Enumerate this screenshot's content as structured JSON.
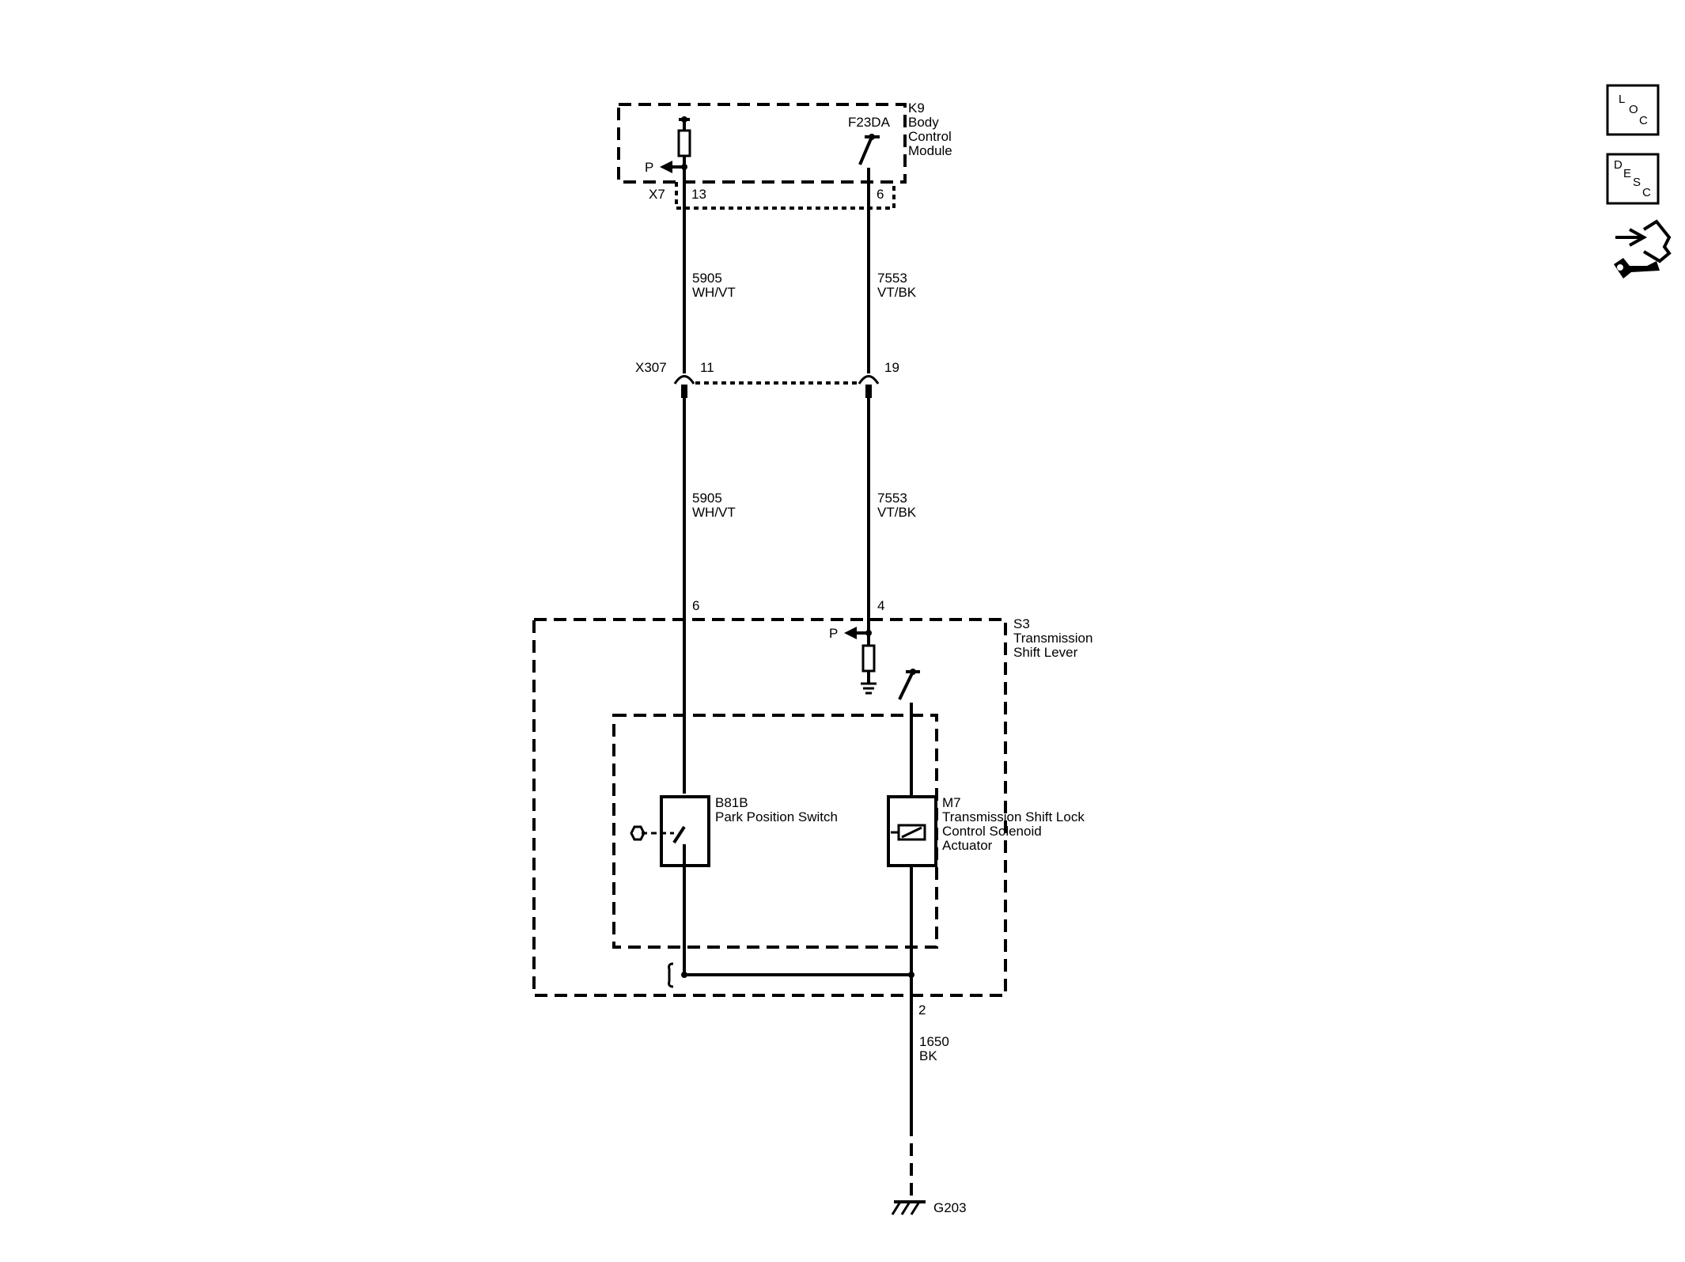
{
  "k9": {
    "ref": "K9",
    "line1": "Body",
    "line2": "Control",
    "line3": "Module",
    "fuse": "F23DA",
    "p_label": "P",
    "connector": "X7",
    "pin_a": "13",
    "pin_b": "6"
  },
  "wires": {
    "upper_left": {
      "circuit": "5905",
      "color": "WH/VT"
    },
    "upper_right": {
      "circuit": "7553",
      "color": "VT/BK"
    },
    "lower_left": {
      "circuit": "5905",
      "color": "WH/VT"
    },
    "lower_right": {
      "circuit": "7553",
      "color": "VT/BK"
    },
    "ground": {
      "circuit": "1650",
      "color": "BK"
    }
  },
  "x307": {
    "ref": "X307",
    "pin_a": "11",
    "pin_b": "19"
  },
  "s3": {
    "ref": "S3",
    "line1": "Transmission",
    "line2": "Shift Lever",
    "pin_a": "6",
    "pin_b": "4",
    "p_label": "P",
    "pin_ground": "2"
  },
  "b81b": {
    "ref": "B81B",
    "name": "Park Position Switch"
  },
  "m7": {
    "ref": "M7",
    "line1": "Transmission Shift Lock",
    "line2": "Control Solenoid",
    "line3": "Actuator"
  },
  "ground": {
    "ref": "G203"
  },
  "nav": {
    "loc": {
      "l1": "L",
      "l2": "O",
      "l3": "C",
      "icon": "location-button"
    },
    "desc": {
      "l1": "D",
      "l2": "E",
      "l3": "S",
      "l4": "C",
      "icon": "description-button"
    },
    "connector_icon": "connector-wrench-icon"
  }
}
